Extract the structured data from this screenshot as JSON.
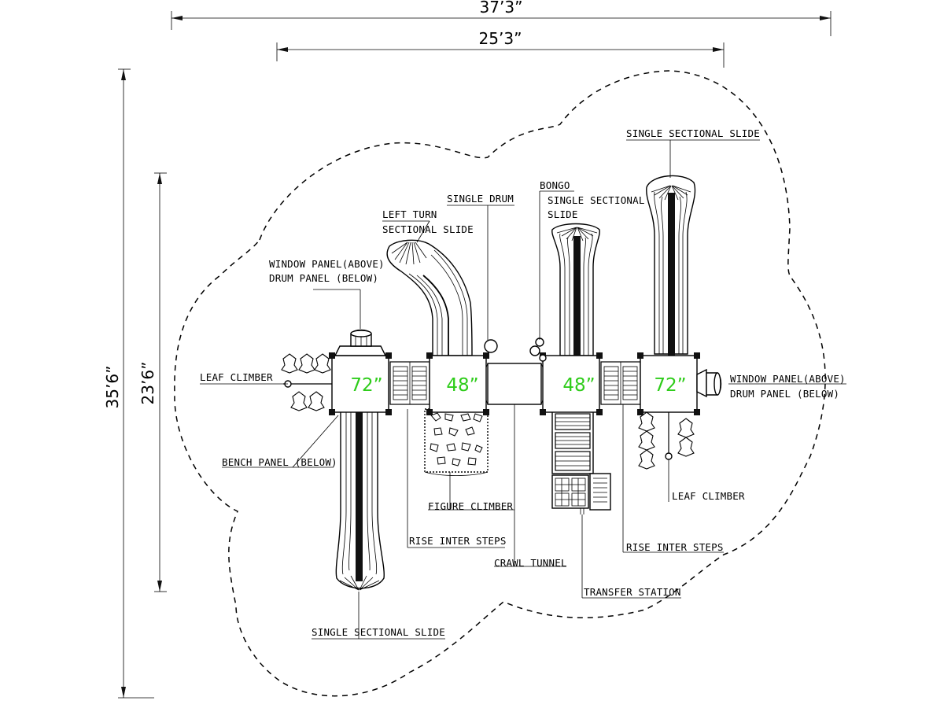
{
  "dimensions": {
    "overall_width": "37’3”",
    "inner_width": "25’3”",
    "overall_depth": "35’6”",
    "inner_depth": "23’6”"
  },
  "decks": [
    {
      "height": "72”"
    },
    {
      "height": "48”"
    },
    {
      "height": "48”"
    },
    {
      "height": "72”"
    }
  ],
  "labels": {
    "single_sectional_slide_top": "SINGLE SECTIONAL SLIDE",
    "bongo": "BONGO",
    "single_sectional_slide_mid_1": "SINGLE SECTIONAL",
    "single_sectional_slide_mid_2": "SLIDE",
    "single_drum": "SINGLE DRUM",
    "left_turn_1": "LEFT TURN",
    "left_turn_2": "SECTIONAL SLIDE",
    "window_panel_left_1": "WINDOW PANEL(ABOVE)",
    "window_panel_left_2": "DRUM PANEL (BELOW)",
    "leaf_climber_left": "LEAF CLIMBER",
    "window_panel_right_1": "WINDOW PANEL(ABOVE)",
    "window_panel_right_2": "DRUM PANEL (BELOW)",
    "bench_panel": "BENCH PANEL (BELOW)",
    "figure_climber": "FIGURE CLIMBER",
    "rise_inter_steps_left": "RISE INTER STEPS",
    "crawl_tunnel": "CRAWL TUNNEL",
    "transfer_station": "TRANSFER STATION",
    "rise_inter_steps_right": "RISE INTER STEPS",
    "leaf_climber_right": "LEAF CLIMBER",
    "single_sectional_slide_bottom": "SINGLE SECTIONAL SLIDE"
  },
  "colors": {
    "deck_height_text": "#2ecc1a",
    "line": "#000000",
    "background": "#ffffff"
  }
}
